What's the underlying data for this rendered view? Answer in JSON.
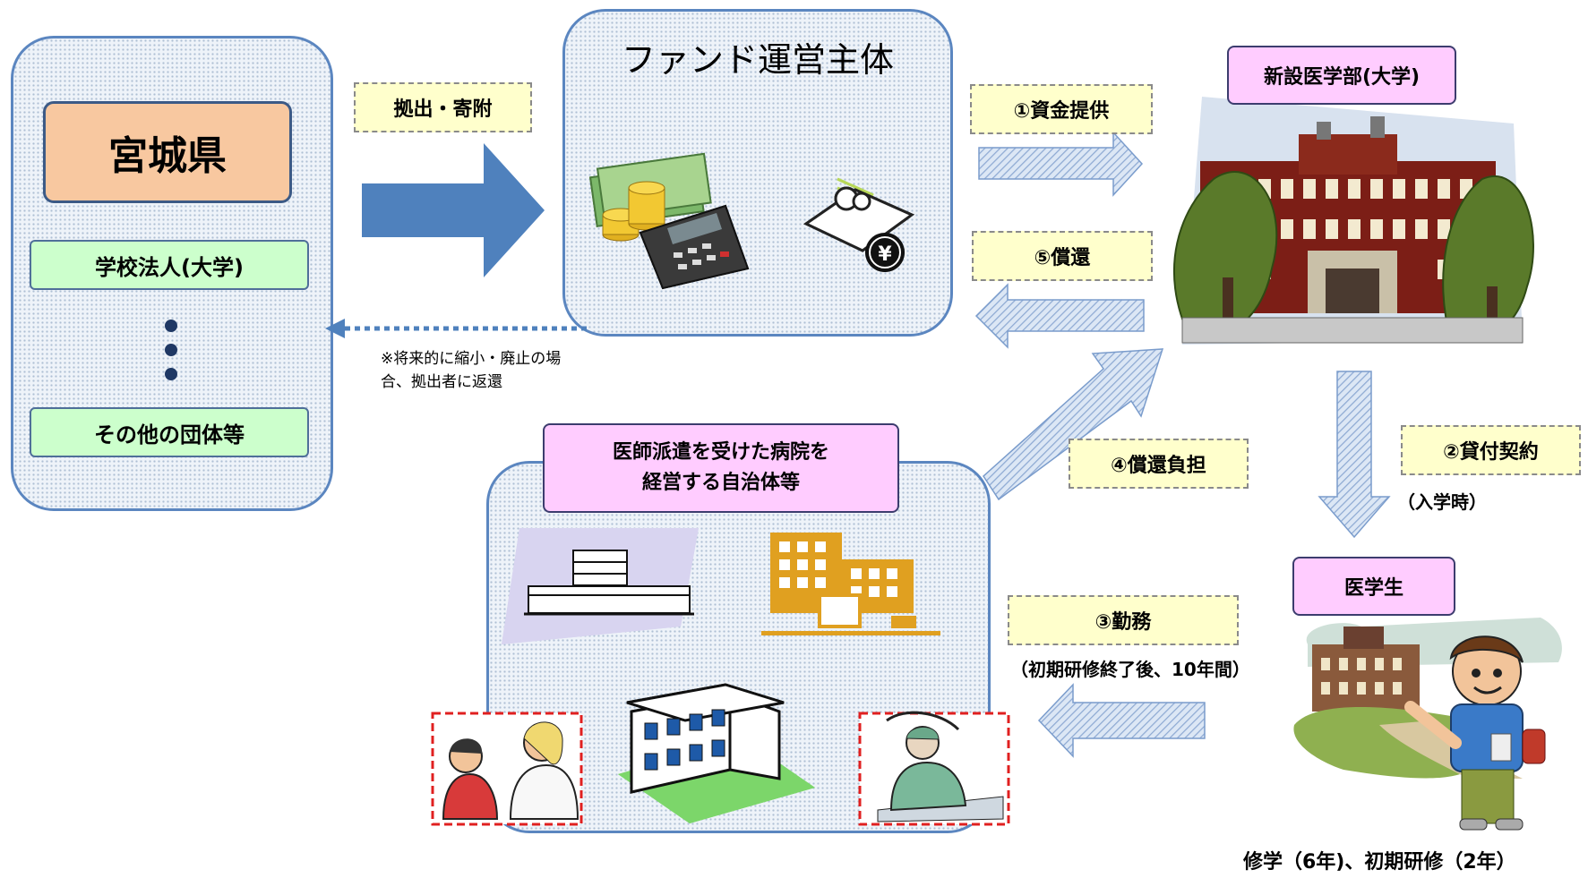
{
  "contributors": {
    "prefecture": "宮城県",
    "school_corp": "学校法人(大学)",
    "others": "その他の団体等"
  },
  "fund_entity": {
    "title": "ファンド運営主体"
  },
  "flows": {
    "contribution": "拠出・寄附",
    "capital_provision": "①資金提供",
    "repayment": "⑤償還",
    "repayment_burden": "④償還負担",
    "loan_contract": "②貸付契約",
    "loan_contract_note": "（入学時）",
    "service": "③勤務",
    "service_note": "（初期研修終了後、10年間）",
    "future_note": "※将来的に縮小・廃止の場\n合、拠出者に返還"
  },
  "university": {
    "title": "新設医学部(大学)"
  },
  "student": {
    "title": "医学生",
    "study_period": "修学（6年)、初期研修（2年）"
  },
  "hospitals": {
    "title": "医師派遣を受けた病院を\n経営する自治体等"
  },
  "colors": {
    "panel_border": "#5b86c0",
    "big_arrow": "#4f81bd",
    "hatched_arrow": "#a9c0e0",
    "yellow_label": "#ffffcc",
    "pink_label": "#ffccff",
    "green_label": "#ccffcc",
    "orange_label": "#f8c8a0"
  },
  "icons": [
    "money-calculator-icon",
    "yen-bill-icon",
    "university-building-icon",
    "medical-student-icon",
    "hospital-icon",
    "office-building-icon",
    "clinic-icon",
    "doctor-patient-icon",
    "surgery-icon"
  ]
}
